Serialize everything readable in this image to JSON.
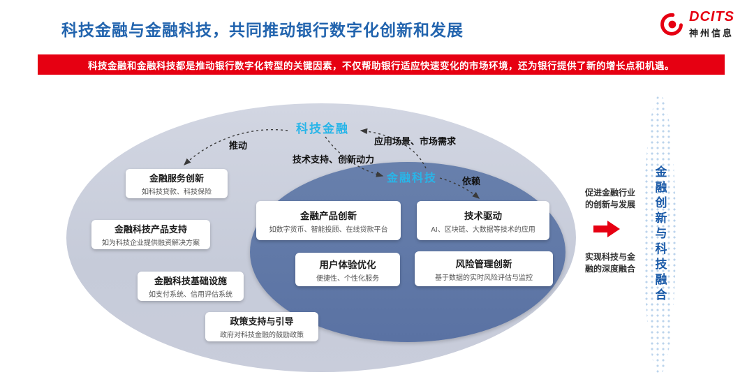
{
  "header": {
    "title": "科技金融与金融科技，共同推动银行数字化创新和发展",
    "banner": "科技金融和金融科技都是推动银行数字化转型的关键因素，不仅帮助银行适应快速变化的市场环境，还为银行提供了新的增长点和机遇。",
    "logo_brand": "DCITS",
    "logo_name": "神州信息"
  },
  "diagram": {
    "tech_finance_label": "科技金融",
    "fintech_label": "金融科技",
    "arrow_labels": {
      "promote": "推动",
      "scenario": "应用场景、市场需求",
      "support": "技术支持、创新动力",
      "depend": "依赖"
    },
    "outer_boxes": [
      {
        "title": "金融服务创新",
        "desc": "如科技贷款、科技保险"
      },
      {
        "title": "金融科技产品支持",
        "desc": "如为科技企业提供融资解决方案"
      },
      {
        "title": "金融科技基础设施",
        "desc": "如支付系统、信用评估系统"
      },
      {
        "title": "政策支持与引导",
        "desc": "政府对科技金融的鼓励政策"
      }
    ],
    "inner_boxes": [
      {
        "title": "金融产品创新",
        "desc": "如数字货币、智能投顾、在线贷款平台"
      },
      {
        "title": "技术驱动",
        "desc": "AI、区块链、大数据等技术的应用"
      },
      {
        "title": "用户体验优化",
        "desc": "便捷性、个性化服务"
      },
      {
        "title": "风险管理创新",
        "desc": "基于数据的实时风险评估与监控"
      }
    ]
  },
  "right_panel": {
    "outcome_top": "促进金融行业的创新与发展",
    "outcome_bottom": "实现科技与金融的深度融合",
    "vertical_title": "金融创新与科技融合"
  },
  "colors": {
    "title_blue": "#2264AE",
    "banner_red": "#E60012",
    "accent_cyan": "#29B5E8",
    "outer_ellipse": "#C9CDDB",
    "inner_ellipse": "#5F77A7",
    "arrow_red": "#E60012",
    "vertical_text_blue": "#1A5AA8"
  }
}
